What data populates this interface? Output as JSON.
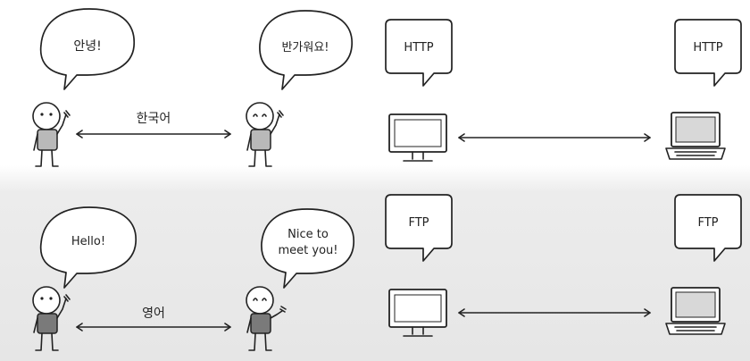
{
  "scenes": {
    "top": {
      "left_speech": "안녕!",
      "right_speech": "반가워요!",
      "language_label": "한국어",
      "protocol_left": "HTTP",
      "protocol_right": "HTTP"
    },
    "bottom": {
      "left_speech": "Hello!",
      "right_speech_line1": "Nice to",
      "right_speech_line2": "meet you!",
      "language_label": "영어",
      "protocol_left": "FTP",
      "protocol_right": "FTP"
    }
  },
  "colors": {
    "background_top": "#ffffff",
    "background_bottom": "#e6e6e6",
    "ink": "#222222",
    "body_light": "#b9b9b9",
    "body_dark": "#7a7a7a",
    "screen_fill": "#d8d8d8"
  },
  "icons": [
    "person-icon",
    "monitor-icon",
    "laptop-icon",
    "speech-bubble-icon",
    "double-arrow-icon"
  ]
}
